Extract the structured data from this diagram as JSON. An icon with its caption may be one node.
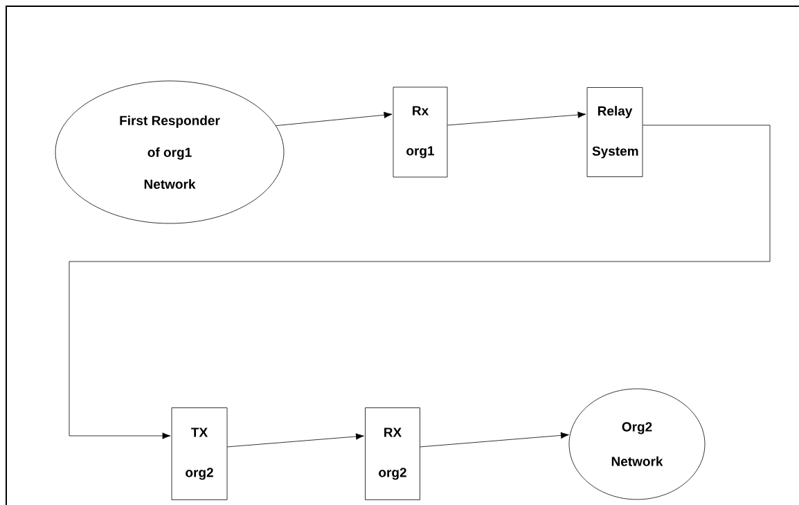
{
  "diagram": {
    "nodes": [
      {
        "text": [
          "First Responder of org1 Network"
        ]
      },
      {
        "text": [
          "Rx org1"
        ]
      },
      {
        "text": [
          "Relay System"
        ]
      },
      {
        "text": [
          "TX org2"
        ]
      },
      {
        "text": [
          "RX org2"
        ]
      },
      {
        "text": [
          "Org2 Network"
        ]
      }
    ],
    "edges": [
      {
        "from": 0,
        "to": 1,
        "arrow": "to"
      },
      {
        "from": 1,
        "to": 2,
        "arrow": "to"
      },
      {
        "from": 2,
        "to": 3,
        "arrow": "to"
      },
      {
        "from": 3,
        "to": 4,
        "arrow": "to"
      },
      {
        "from": 4,
        "to": 5,
        "arrow": "to"
      }
    ]
  }
}
